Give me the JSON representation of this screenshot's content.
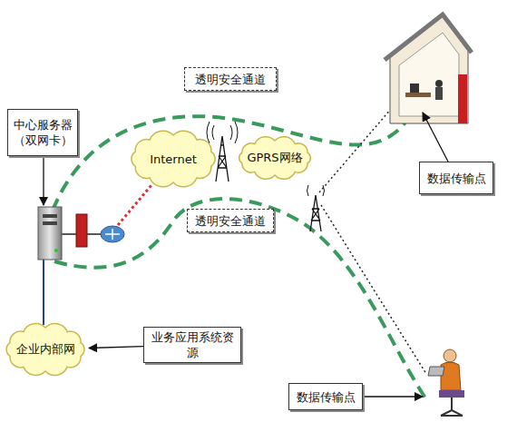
{
  "diagram": {
    "nodes": [
      {
        "text": [
          "透明安全通道"
        ]
      },
      {
        "text": [
          "中心服务器 （双网卡）"
        ]
      },
      {
        "text": [
          "Internet"
        ]
      },
      {
        "text": [
          "GPRS网络"
        ]
      },
      {
        "text": [
          "数据传输点"
        ]
      },
      {
        "text": [
          "透明安全通道"
        ]
      },
      {
        "text": [
          "企业内部网"
        ]
      },
      {
        "text": [
          "业务应用系统资源"
        ]
      },
      {
        "text": [
          "数据传输点"
        ]
      }
    ],
    "edges": [
      {
        "from": 7,
        "to": 6,
        "arrow": "to"
      }
    ]
  }
}
